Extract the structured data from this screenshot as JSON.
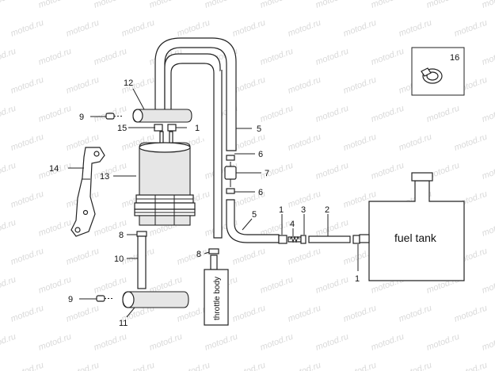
{
  "watermark": "motod.ru",
  "labels": {
    "fuel_tank": "fuel tank",
    "throttle_body": "throttle body"
  },
  "callouts": {
    "c1a": "1",
    "c1b": "1",
    "c1c": "1",
    "c2": "2",
    "c3": "3",
    "c4": "4",
    "c5a": "5",
    "c5b": "5",
    "c6a": "6",
    "c6b": "6",
    "c7": "7",
    "c8a": "8",
    "c8b": "8",
    "c9a": "9",
    "c9b": "9",
    "c10": "10",
    "c11": "11",
    "c12": "12",
    "c13": "13",
    "c14": "14",
    "c15": "15",
    "c16": "16"
  }
}
